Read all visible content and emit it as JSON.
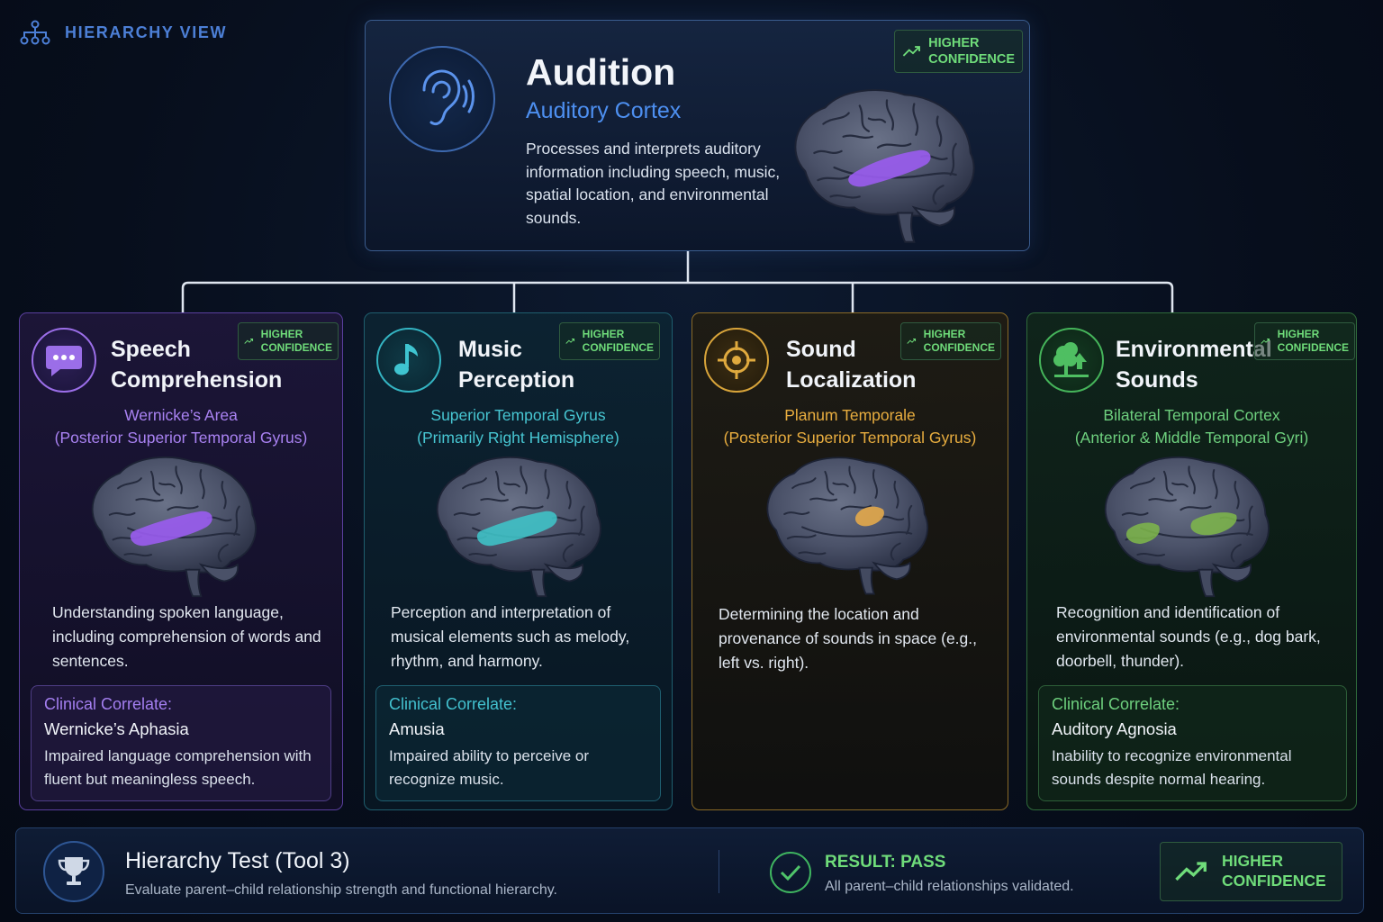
{
  "header": {
    "label": "HIERARCHY VIEW"
  },
  "parent": {
    "title": "Audition",
    "subtitle": "Auditory Cortex",
    "description": "Processes and interprets auditory information including speech, music, spatial location, and environmental sounds.",
    "confidence": [
      "HIGHER",
      "CONFIDENCE"
    ],
    "icon": "ear-icon",
    "highlight_color": "#9a5cf0"
  },
  "children": [
    {
      "title": [
        "Speech",
        "Comprehension"
      ],
      "region": [
        "Wernicke’s Area",
        "(Posterior Superior Temporal Gyrus)"
      ],
      "description": "Understanding spoken language, including comprehension of words and sentences.",
      "confidence": [
        "HIGHER",
        "CONFIDENCE"
      ],
      "clinical_label": "Clinical Correlate:",
      "clinical_name": "Wernicke’s Aphasia",
      "clinical_desc": "Impaired language comprehension with fluent but meaningless speech.",
      "icon": "speech-bubble-icon",
      "accent": "#9b6ee8"
    },
    {
      "title": [
        "Music",
        "Perception"
      ],
      "region": [
        "Superior Temporal Gyrus",
        "(Primarily Right Hemisphere)"
      ],
      "description": "Perception and interpretation of musical elements such as melody, rhythm, and harmony.",
      "confidence": [
        "HIGHER",
        "CONFIDENCE"
      ],
      "clinical_label": "Clinical Correlate:",
      "clinical_name": "Amusia",
      "clinical_desc": "Impaired ability to perceive or recognize music.",
      "icon": "music-note-icon",
      "accent": "#34b4c2"
    },
    {
      "title": [
        "Sound",
        "Localization"
      ],
      "region": [
        "Planum Temporale",
        "(Posterior Superior Temporal Gyrus)"
      ],
      "description": "Determining the location and provenance of sounds in space (e.g., left vs. right).",
      "confidence": [
        "HIGHER",
        "CONFIDENCE"
      ],
      "icon": "target-icon",
      "accent": "#d8a43a"
    },
    {
      "title": [
        "Environmental",
        "Sounds"
      ],
      "region": [
        "Bilateral Temporal Cortex",
        "(Anterior & Middle Temporal Gyri)"
      ],
      "description": "Recognition and identification of environmental sounds (e.g., dog bark, doorbell, thunder).",
      "confidence": [
        "HIGHER",
        "CONFIDENCE"
      ],
      "clinical_label": "Clinical Correlate:",
      "clinical_name": "Auditory Agnosia",
      "clinical_desc": "Inability to recognize environmental sounds despite normal hearing.",
      "icon": "tree-icon",
      "accent": "#45b45a"
    }
  ],
  "footer": {
    "title": "Hierarchy Test (Tool 3)",
    "subtitle": "Evaluate parent–child relationship strength and functional hierarchy.",
    "result_title": "RESULT: PASS",
    "result_sub": "All parent–child relationships validated.",
    "confidence": [
      "HIGHER",
      "CONFIDENCE"
    ]
  }
}
